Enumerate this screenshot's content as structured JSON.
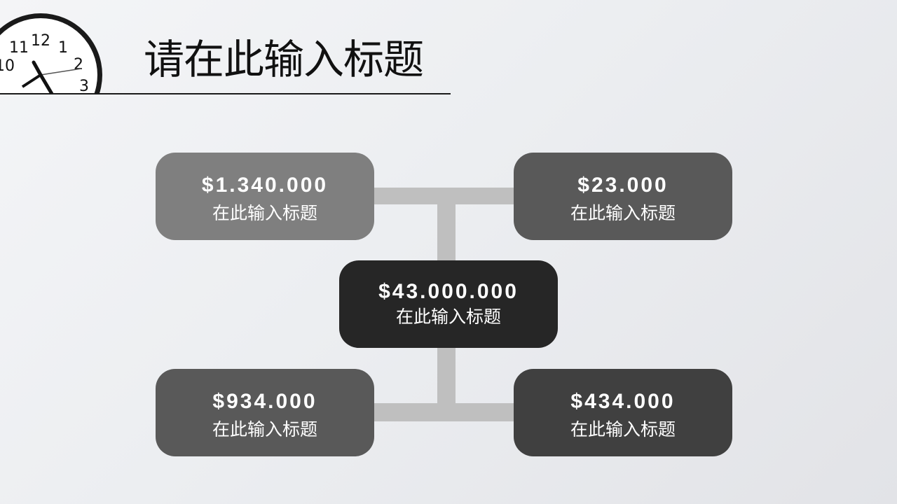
{
  "title": "请在此输入标题",
  "clock": {
    "numerals": [
      "12",
      "1",
      "11",
      "2",
      "10",
      "3"
    ]
  },
  "center": {
    "value": "$43.000.000",
    "label": "在此输入标题",
    "color": "#262626"
  },
  "nodes": [
    {
      "value": "$1.340.000",
      "label": "在此输入标题",
      "color": "#7f7f7f"
    },
    {
      "value": "$23.000",
      "label": "在此输入标题",
      "color": "#595959"
    },
    {
      "value": "$934.000",
      "label": "在此输入标题",
      "color": "#595959"
    },
    {
      "value": "$434.000",
      "label": "在此输入标题",
      "color": "#404040"
    }
  ],
  "connector_color": "#bfbfbf"
}
